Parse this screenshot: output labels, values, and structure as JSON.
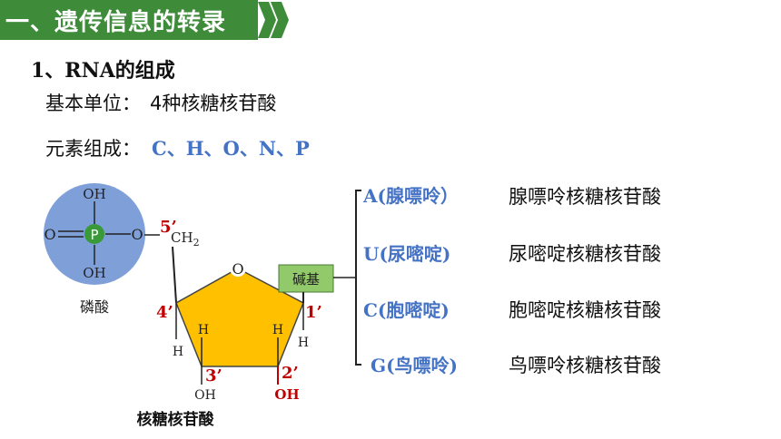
{
  "header": {
    "title": "一、遗传信息的转录"
  },
  "section": {
    "title": "1、RNA的组成"
  },
  "basic_unit": {
    "label": "基本单位：",
    "value": "4种核糖核苷酸"
  },
  "elements": {
    "label": "元素组成：",
    "value": "C、H、O、N、P"
  },
  "diagram": {
    "phosphate": {
      "p": "P",
      "o_left": "O",
      "o_right": "O",
      "oh_top": "OH",
      "oh_bottom": "OH",
      "caption": "磷酸"
    },
    "ch2": "CH",
    "ch2_sub": "2",
    "ring_o": "O",
    "base_box": "碱基",
    "h_left_top": "H",
    "h_left_bottom": "H",
    "h_right_top": "H",
    "h_right_bottom": "H",
    "oh_3": "OH",
    "oh_2": "OH",
    "pos_5": "5’",
    "pos_4": "4’",
    "pos_3": "3’",
    "pos_2": "2’",
    "pos_1": "1’",
    "sugar_caption": "核糖核苷酸"
  },
  "bases": [
    {
      "base": "A(腺嘌呤）",
      "nucleotide": "腺嘌呤核糖核苷酸"
    },
    {
      "base": "U(尿嘧啶)",
      "nucleotide": "尿嘧啶核糖核苷酸"
    },
    {
      "base": "C(胞嘧啶)",
      "nucleotide": "胞嘧啶核糖核苷酸"
    },
    {
      "base": "G(鸟嘌呤)",
      "nucleotide": "鸟嘌呤核糖核苷酸"
    }
  ],
  "colors": {
    "header": "#3e8c3a",
    "accent_blue": "#4472c4",
    "position_red": "#c00000",
    "sugar": "#ffc000",
    "phosphate": "#7f9fd9",
    "base_box": "#92c96b"
  }
}
